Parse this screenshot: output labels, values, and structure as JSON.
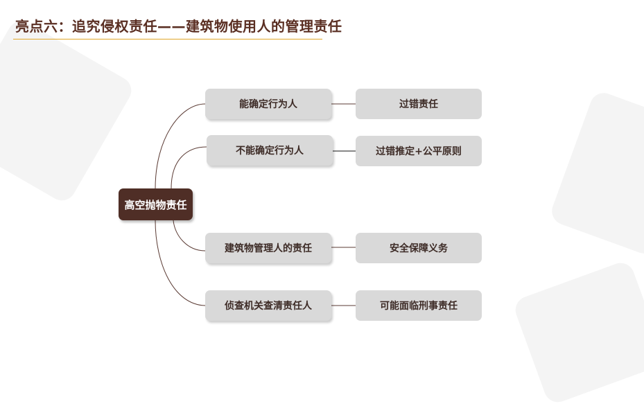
{
  "title": "亮点六：追究侵权责任——建筑物使用人的管理责任",
  "root": "高空抛物责任",
  "branches": [
    {
      "label": "能确定行为人",
      "result": "过错责任"
    },
    {
      "label": "不能确定行为人",
      "result": "过错推定+公平原则"
    },
    {
      "label": "建筑物管理人的责任",
      "result": "安全保障义务"
    },
    {
      "label": "侦查机关查清责任人",
      "result": "可能面临刑事责任"
    }
  ],
  "colors": {
    "title": "#5a2e22",
    "rule": "#e0a628",
    "root": "#4f2e26",
    "box": "#d9d9d9"
  }
}
